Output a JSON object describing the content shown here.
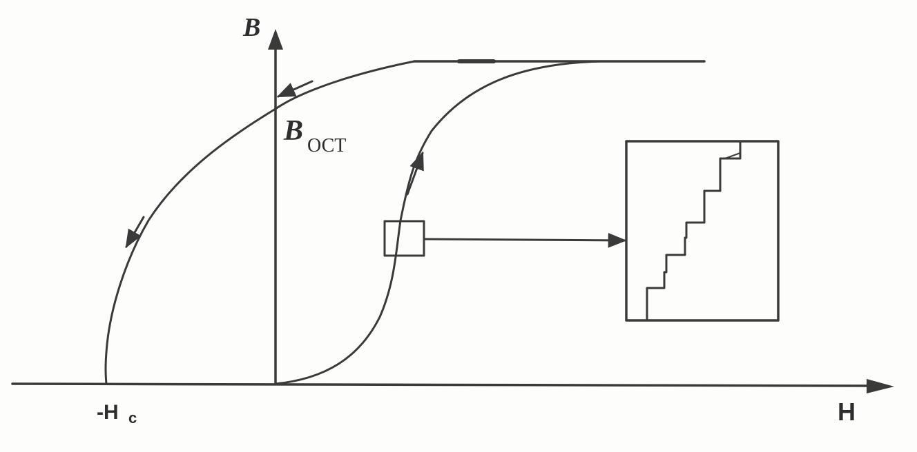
{
  "axes": {
    "y_label": "B",
    "x_label": "H"
  },
  "labels": {
    "remanence_main": "B",
    "remanence_sub": "ОСТ",
    "coercive_main": "-H",
    "coercive_sub": "c"
  },
  "colors": {
    "ink": "#3a3a3a",
    "paper": "#fdfdfc"
  },
  "icons": {
    "arrow_down_branch": "arrow-icon",
    "arrow_up_branch": "arrow-icon",
    "arrow_to_inset": "arrow-icon"
  }
}
